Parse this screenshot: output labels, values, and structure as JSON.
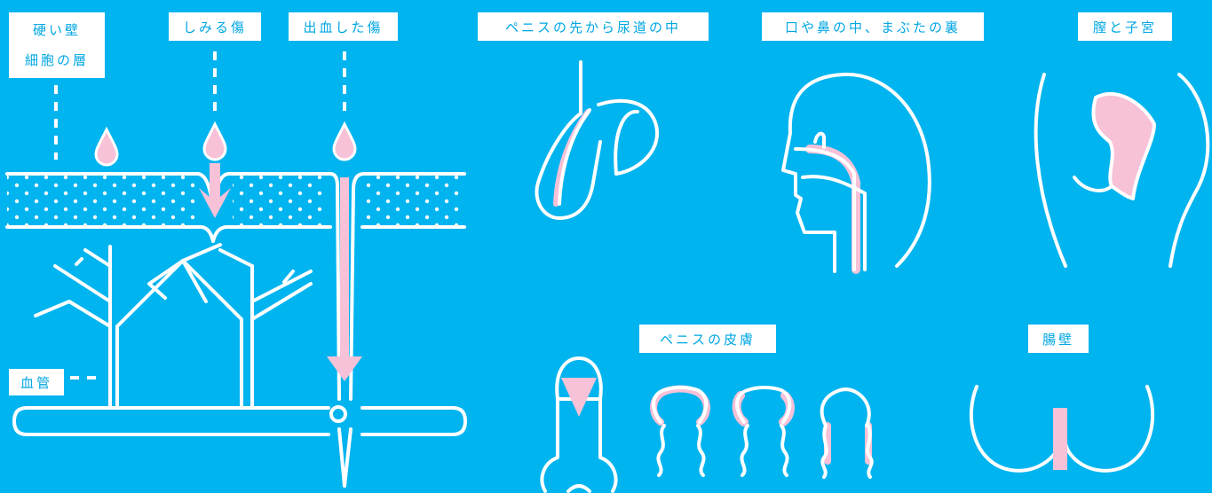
{
  "labels": {
    "hard_wall": [
      "硬い壁",
      "細胞の層"
    ],
    "sting_wound": "しみる傷",
    "bleeding_wound": "出血した傷",
    "blood_vessel": "血管",
    "penis_tip_urethra": "ペニスの先から尿道の中",
    "mouth_nose_eyelid": "口や鼻の中、まぶたの裏",
    "vagina_uterus": "膣と子宮",
    "penis_skin": "ペニスの皮膚",
    "intestinal_wall": "腸壁"
  },
  "colors": {
    "background": "#00b4ef",
    "line": "#ffffff",
    "accent_pink": "#f7c1d7",
    "label_text": "#00a6e3"
  }
}
